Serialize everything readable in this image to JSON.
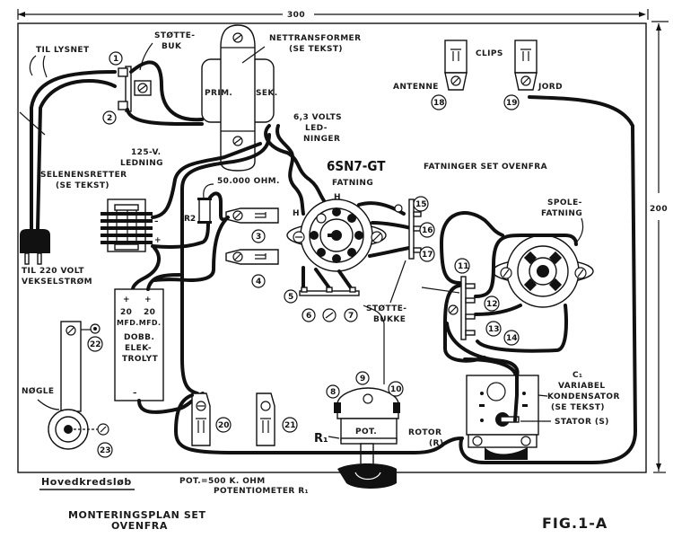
{
  "diagram": {
    "type": "wiring-diagram",
    "title_lines": [
      "MONTERINGSPLAN SET",
      "OVENFRA"
    ],
    "figure_label": "FIG.1-A",
    "section_label": "Hovedkredsløb",
    "dimensions": {
      "width_label": "300",
      "height_label": "200"
    },
    "note_lines": [
      "POT.=500 K. OHM",
      "POTENTIOMETER R₁"
    ],
    "labels": {
      "til_lysnet": "TIL LYSNET",
      "stottebuk": [
        "STØTTE-",
        "BUK"
      ],
      "nettransformer": [
        "NETTRANSFORMER",
        "(SE TEKST)"
      ],
      "prim": "PRIM.",
      "sek": "SEK.",
      "volts_ledninger": [
        "6,3 VOLTS",
        "LED-",
        "NINGER"
      ],
      "clips": "CLIPS",
      "antenne": "ANTENNE",
      "jord": "JORD",
      "ledning_125v": [
        "125-V.",
        "LEDNING"
      ],
      "selenensretter": [
        "SELENENSRETTER",
        "(SE TEKST)"
      ],
      "ohm_50000": "50.000 OHM.",
      "r2": "R2",
      "tube": "6SN7-GT",
      "tube_socket": "FATNING",
      "heater_h": "H",
      "fatninger": "FATNINGER SET OVENFRA",
      "spolefatning": [
        "SPOLE-",
        "FATNING"
      ],
      "stottebukke": [
        "STØTTE-",
        "BUKKE"
      ],
      "til_220": [
        "TIL 220 VOLT",
        "VEKSELSTRØM"
      ],
      "elektrolyt": [
        "+",
        "+",
        "20",
        "20",
        "MFD.MFD.",
        "DOBB.",
        "ELEK-",
        "TROLYT",
        "–"
      ],
      "minus": "–",
      "plus": "+",
      "nogle": "NØGLE",
      "pot": "POT.",
      "r1": "R₁",
      "rotor": [
        "ROTOR",
        "(R)"
      ],
      "kondensator": [
        "C₁",
        "VARIABEL",
        "KONDENSATOR",
        "(SE TEKST)"
      ],
      "stator": "STATOR (S)"
    },
    "terminals": [
      "1",
      "2",
      "3",
      "4",
      "5",
      "6",
      "7",
      "8",
      "9",
      "10",
      "11",
      "12",
      "13",
      "14",
      "15",
      "16",
      "17",
      "18",
      "19",
      "20",
      "21",
      "22",
      "23"
    ]
  }
}
